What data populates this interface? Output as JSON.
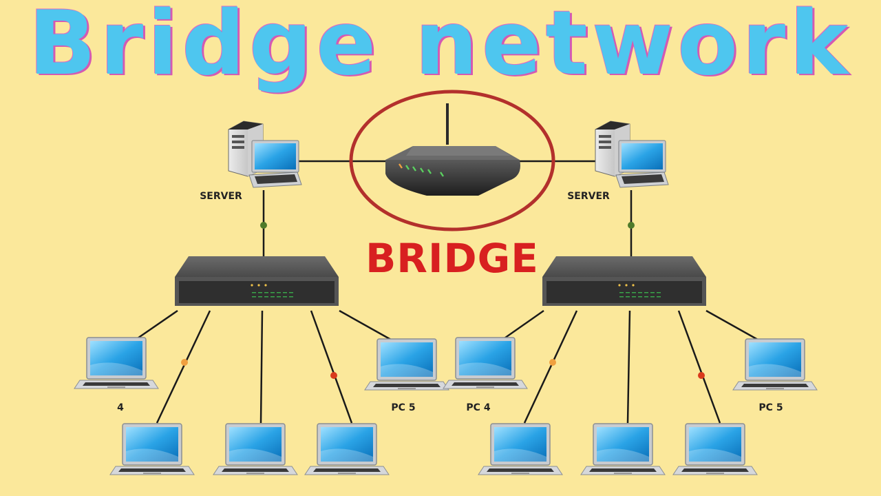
{
  "title": "Bridge network",
  "bridge_label": "BRIDGE",
  "servers": [
    {
      "label": "SERVER"
    },
    {
      "label": "SERVER"
    }
  ],
  "left_segment": {
    "pc_labels": [
      "4",
      "PC 5"
    ]
  },
  "right_segment": {
    "pc_labels": [
      "PC 4",
      "PC 5"
    ]
  },
  "colors": {
    "background": "#fbe89b",
    "title": "#4ec6ef",
    "title_outline": "#d35ab3",
    "bridge_text": "#d82020",
    "bridge_circle": "#b3302c",
    "link_dot_green": "#4f7a2a",
    "link_dot_orange": "#f0a040",
    "link_dot_red": "#d93a1c"
  }
}
